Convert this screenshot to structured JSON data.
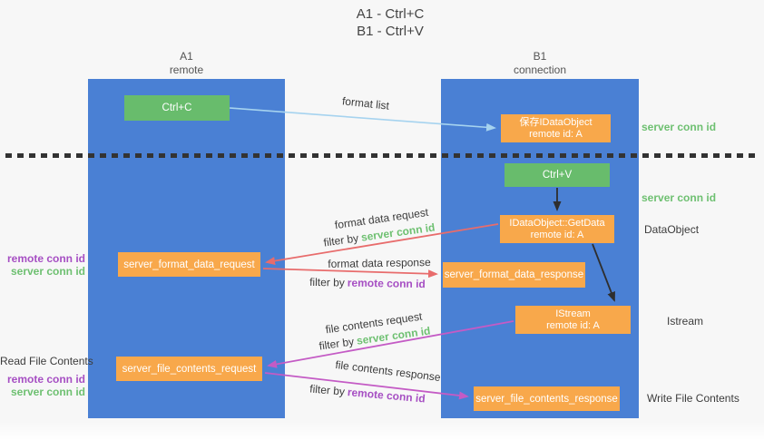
{
  "colors": {
    "column_blue": "#4A80D4",
    "box_green": "#68BC6C",
    "box_orange": "#F8A84B",
    "arrow_blue": "#A6D3EF",
    "arrow_red": "#E86C6C",
    "arrow_magenta": "#C45BC5",
    "arrow_black": "#2E2E2E",
    "text_purple": "#A64FC3",
    "text_green": "#6EC071",
    "text_dark": "#3C3C3C",
    "bg": "#F7F7F7"
  },
  "title": {
    "line1": "A1 - Ctrl+C",
    "line2": "B1 - Ctrl+V"
  },
  "lifelines": {
    "a1": {
      "name": "A1",
      "role": "remote"
    },
    "b1": {
      "name": "B1",
      "role": "connection"
    }
  },
  "nodes": {
    "ctrl_c": {
      "label": "Ctrl+C"
    },
    "save_idataobject": {
      "label": "保存IDataObject",
      "sub": "remote id: A"
    },
    "ctrl_v": {
      "label": "Ctrl+V"
    },
    "getdata": {
      "label": "IDataObject::GetData",
      "sub": "remote id: A"
    },
    "format_request": {
      "label": "server_format_data_request"
    },
    "format_response": {
      "label": "server_format_data_response"
    },
    "istream": {
      "label": "IStream",
      "sub": "remote id: A"
    },
    "file_request": {
      "label": "server_file_contents_request"
    },
    "file_response": {
      "label": "server_file_contents_response"
    }
  },
  "side_labels": {
    "server_conn_id_top": "server conn id",
    "server_conn_id_mid": "server conn id",
    "dataobject": "DataObject",
    "istream": "Istream",
    "write_file_contents": "Write File Contents",
    "read_file_contents": "Read File Contents",
    "remote_conn_id_1": "remote conn id",
    "server_conn_id_1": "server conn id",
    "remote_conn_id_2": "remote conn id",
    "server_conn_id_2": "server conn id"
  },
  "edge_labels": {
    "format_list": "format list",
    "format_data_request": "format data request",
    "format_data_response": "format data response",
    "file_contents_request": "file contents request",
    "file_contents_response": "file contents response",
    "filter_by": "filter by",
    "server_conn_id": "server conn id",
    "remote_conn_id": "remote conn id"
  }
}
